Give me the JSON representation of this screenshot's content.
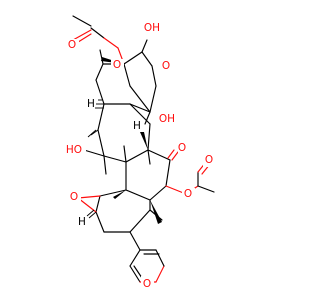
{
  "molecule": {
    "atom_labels": {
      "o_acetate_top": "O",
      "o_acetate_top_carbonyl": "O",
      "o_hydroxyl_top": "OH",
      "o_ether_ring": "O",
      "o_hydroxyl_mid": "OH",
      "o_hydroxyl_left": "HO",
      "o_ketone": "O",
      "o_acetate_right": "O",
      "o_acetate_right_carbonyl": "O",
      "o_epoxide": "O",
      "o_furan": "O",
      "h_top_left": "H",
      "h_mid": "H",
      "h_epoxide": "H"
    },
    "colors": {
      "bond": "#000000",
      "heteroatom_oxygen": "#ff0d0d",
      "background": "#ffffff"
    }
  }
}
